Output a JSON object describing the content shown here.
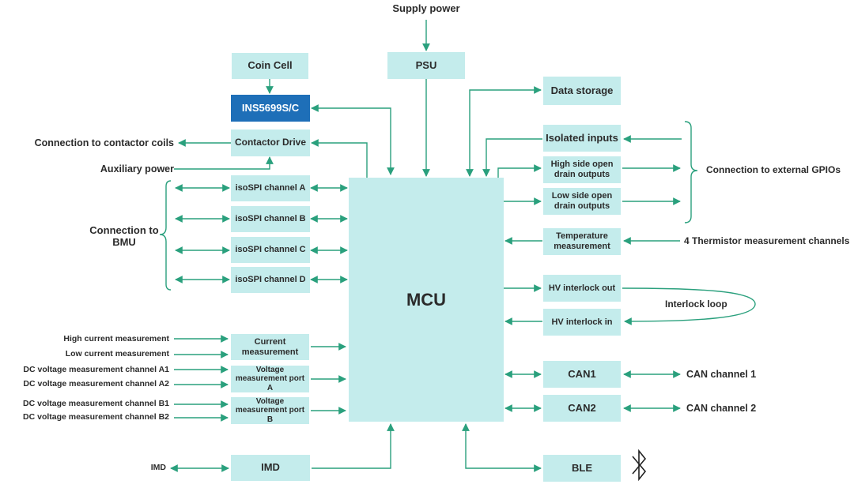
{
  "supply_power": "Supply power",
  "blocks": {
    "psu": "PSU",
    "coin_cell": "Coin Cell",
    "ins": "INS5699S/C",
    "contactor_drive": "Contactor Drive",
    "isospi_a": "isoSPI channel A",
    "isospi_b": "isoSPI channel B",
    "isospi_c": "isoSPI channel C",
    "isospi_d": "isoSPI channel D",
    "current_measurement": "Current measurement",
    "voltage_port_a": "Voltage measurement port A",
    "voltage_port_b": "Voltage measurement port B",
    "imd": "IMD",
    "mcu": "MCU",
    "data_storage": "Data storage",
    "isolated_inputs": "Isolated inputs",
    "high_side": "High side open drain outputs",
    "low_side": "Low side open drain outputs",
    "temperature": "Temperature measurement",
    "hv_out": "HV interlock out",
    "hv_in": "HV interlock in",
    "can1": "CAN1",
    "can2": "CAN2",
    "ble": "BLE"
  },
  "labels": {
    "contactor_coils": "Connection to contactor coils",
    "auxiliary_power": "Auxiliary power",
    "connection_bmu": "Connection to BMU",
    "high_current": "High current measurement",
    "low_current": "Low current measurement",
    "dc_a1": "DC voltage measurement channel A1",
    "dc_a2": "DC voltage measurement channel A2",
    "dc_b1": "DC voltage measurement channel B1",
    "dc_b2": "DC voltage measurement channel B2",
    "imd_ext": "IMD",
    "external_gpios": "Connection to external GPIOs",
    "thermistor": "4 Thermistor measurement channels",
    "interlock_loop": "Interlock loop",
    "can_channel_1": "CAN channel 1",
    "can_channel_2": "CAN channel 2"
  },
  "icons": {
    "ble": "bluetooth-icon"
  },
  "colors": {
    "block": "#c4ecec",
    "ins_block": "#1e6fb8",
    "connector": "#2aa07d"
  }
}
